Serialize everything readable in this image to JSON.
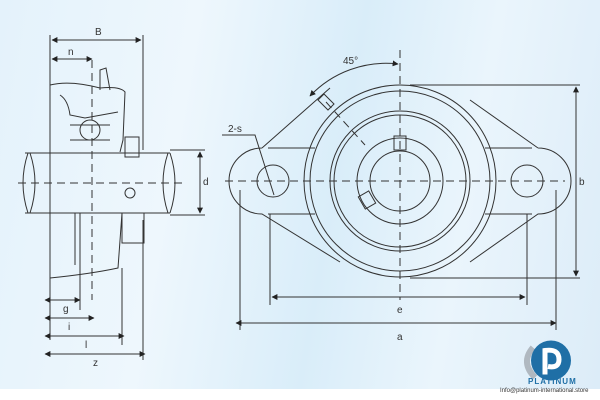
{
  "side_view": {
    "labels": {
      "B": "B",
      "n": "n",
      "d": "d",
      "g": "g",
      "i": "i",
      "l": "l",
      "z": "z"
    }
  },
  "front_view": {
    "labels": {
      "angle": "45°",
      "holes": "2-s",
      "b": "b",
      "e": "e",
      "a": "a"
    }
  },
  "logo": {
    "brand": "PLATINUM",
    "email": "Info@platinum-international.store",
    "colors": {
      "primary": "#1f6fa6",
      "secondary": "#b0b8c0"
    }
  },
  "colors": {
    "line": "#333333",
    "background": "#e4f2fb"
  }
}
